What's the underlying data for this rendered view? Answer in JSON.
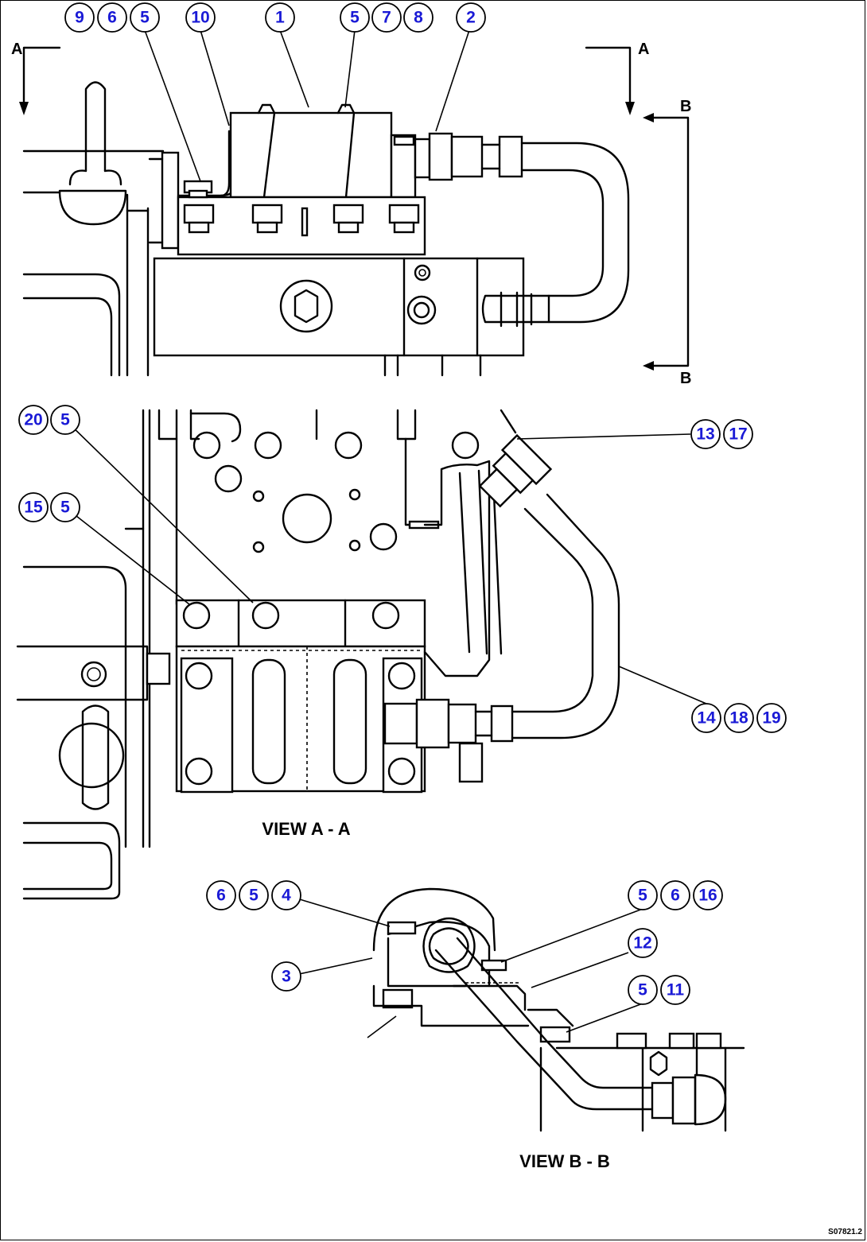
{
  "section_markers": {
    "a_left": "A",
    "a_right": "A",
    "b_top": "B",
    "b_bottom": "B"
  },
  "view_labels": {
    "view_a": "VIEW A - A",
    "view_b": "VIEW B - B"
  },
  "drawing_number": "S07821.2",
  "callouts": {
    "top": [
      "9",
      "6",
      "5",
      "10",
      "1",
      "5",
      "7",
      "8",
      "2"
    ],
    "view_a_left_upper": [
      "20",
      "5"
    ],
    "view_a_left_lower": [
      "15",
      "5"
    ],
    "view_a_right_upper": [
      "13",
      "17"
    ],
    "view_a_right_lower": [
      "14",
      "18",
      "19"
    ],
    "view_b_left_upper": [
      "6",
      "5",
      "4"
    ],
    "view_b_left_lower": [
      "3"
    ],
    "view_b_right_upper": [
      "5",
      "6",
      "16"
    ],
    "view_b_right_mid": [
      "12"
    ],
    "view_b_right_lower": [
      "5",
      "11"
    ]
  }
}
